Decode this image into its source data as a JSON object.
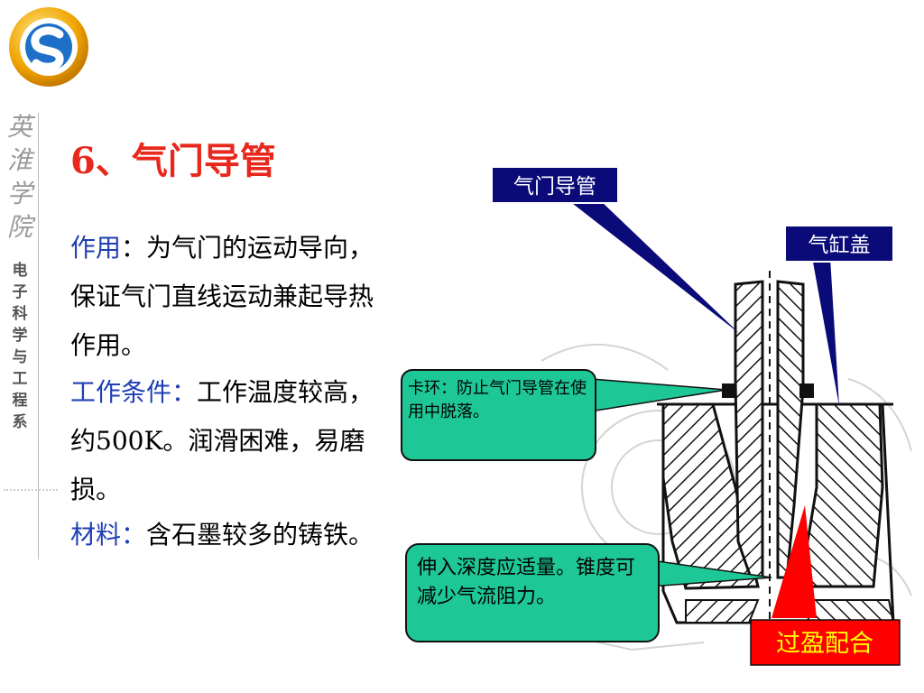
{
  "slide": {
    "title": "6、气门导管",
    "side_script": [
      "英",
      "淮",
      "学",
      "院"
    ],
    "side_department": [
      "电",
      "子",
      "科",
      "学",
      "与",
      "工",
      "程",
      "系"
    ],
    "paragraphs": [
      {
        "keyword": "作用",
        "text": "：为气门的运动导向，保证气门直线运动兼起导热作用。"
      },
      {
        "keyword": "工作条件：",
        "text": "工作温度较高，约500K。润滑困难，易磨损。"
      },
      {
        "keyword": "材料：",
        "text": "含石墨较多的铸铁。"
      }
    ]
  },
  "diagram": {
    "labels": {
      "valve_guide": "气门导管",
      "cylinder_head": "气缸盖",
      "snap_ring": "卡环：防止气门导管在使用中脱落。",
      "insertion": "伸入深度应适量。锥度可减少气流阻力。",
      "interference_fit": "过盈配合"
    }
  },
  "colors": {
    "title": "#e8281c",
    "keyword": "#1f3fb4",
    "navy_label": "#0a0a78",
    "green_callout": "#1ec896",
    "red_label": "#ff0000",
    "yellow_text": "#ffff00"
  }
}
